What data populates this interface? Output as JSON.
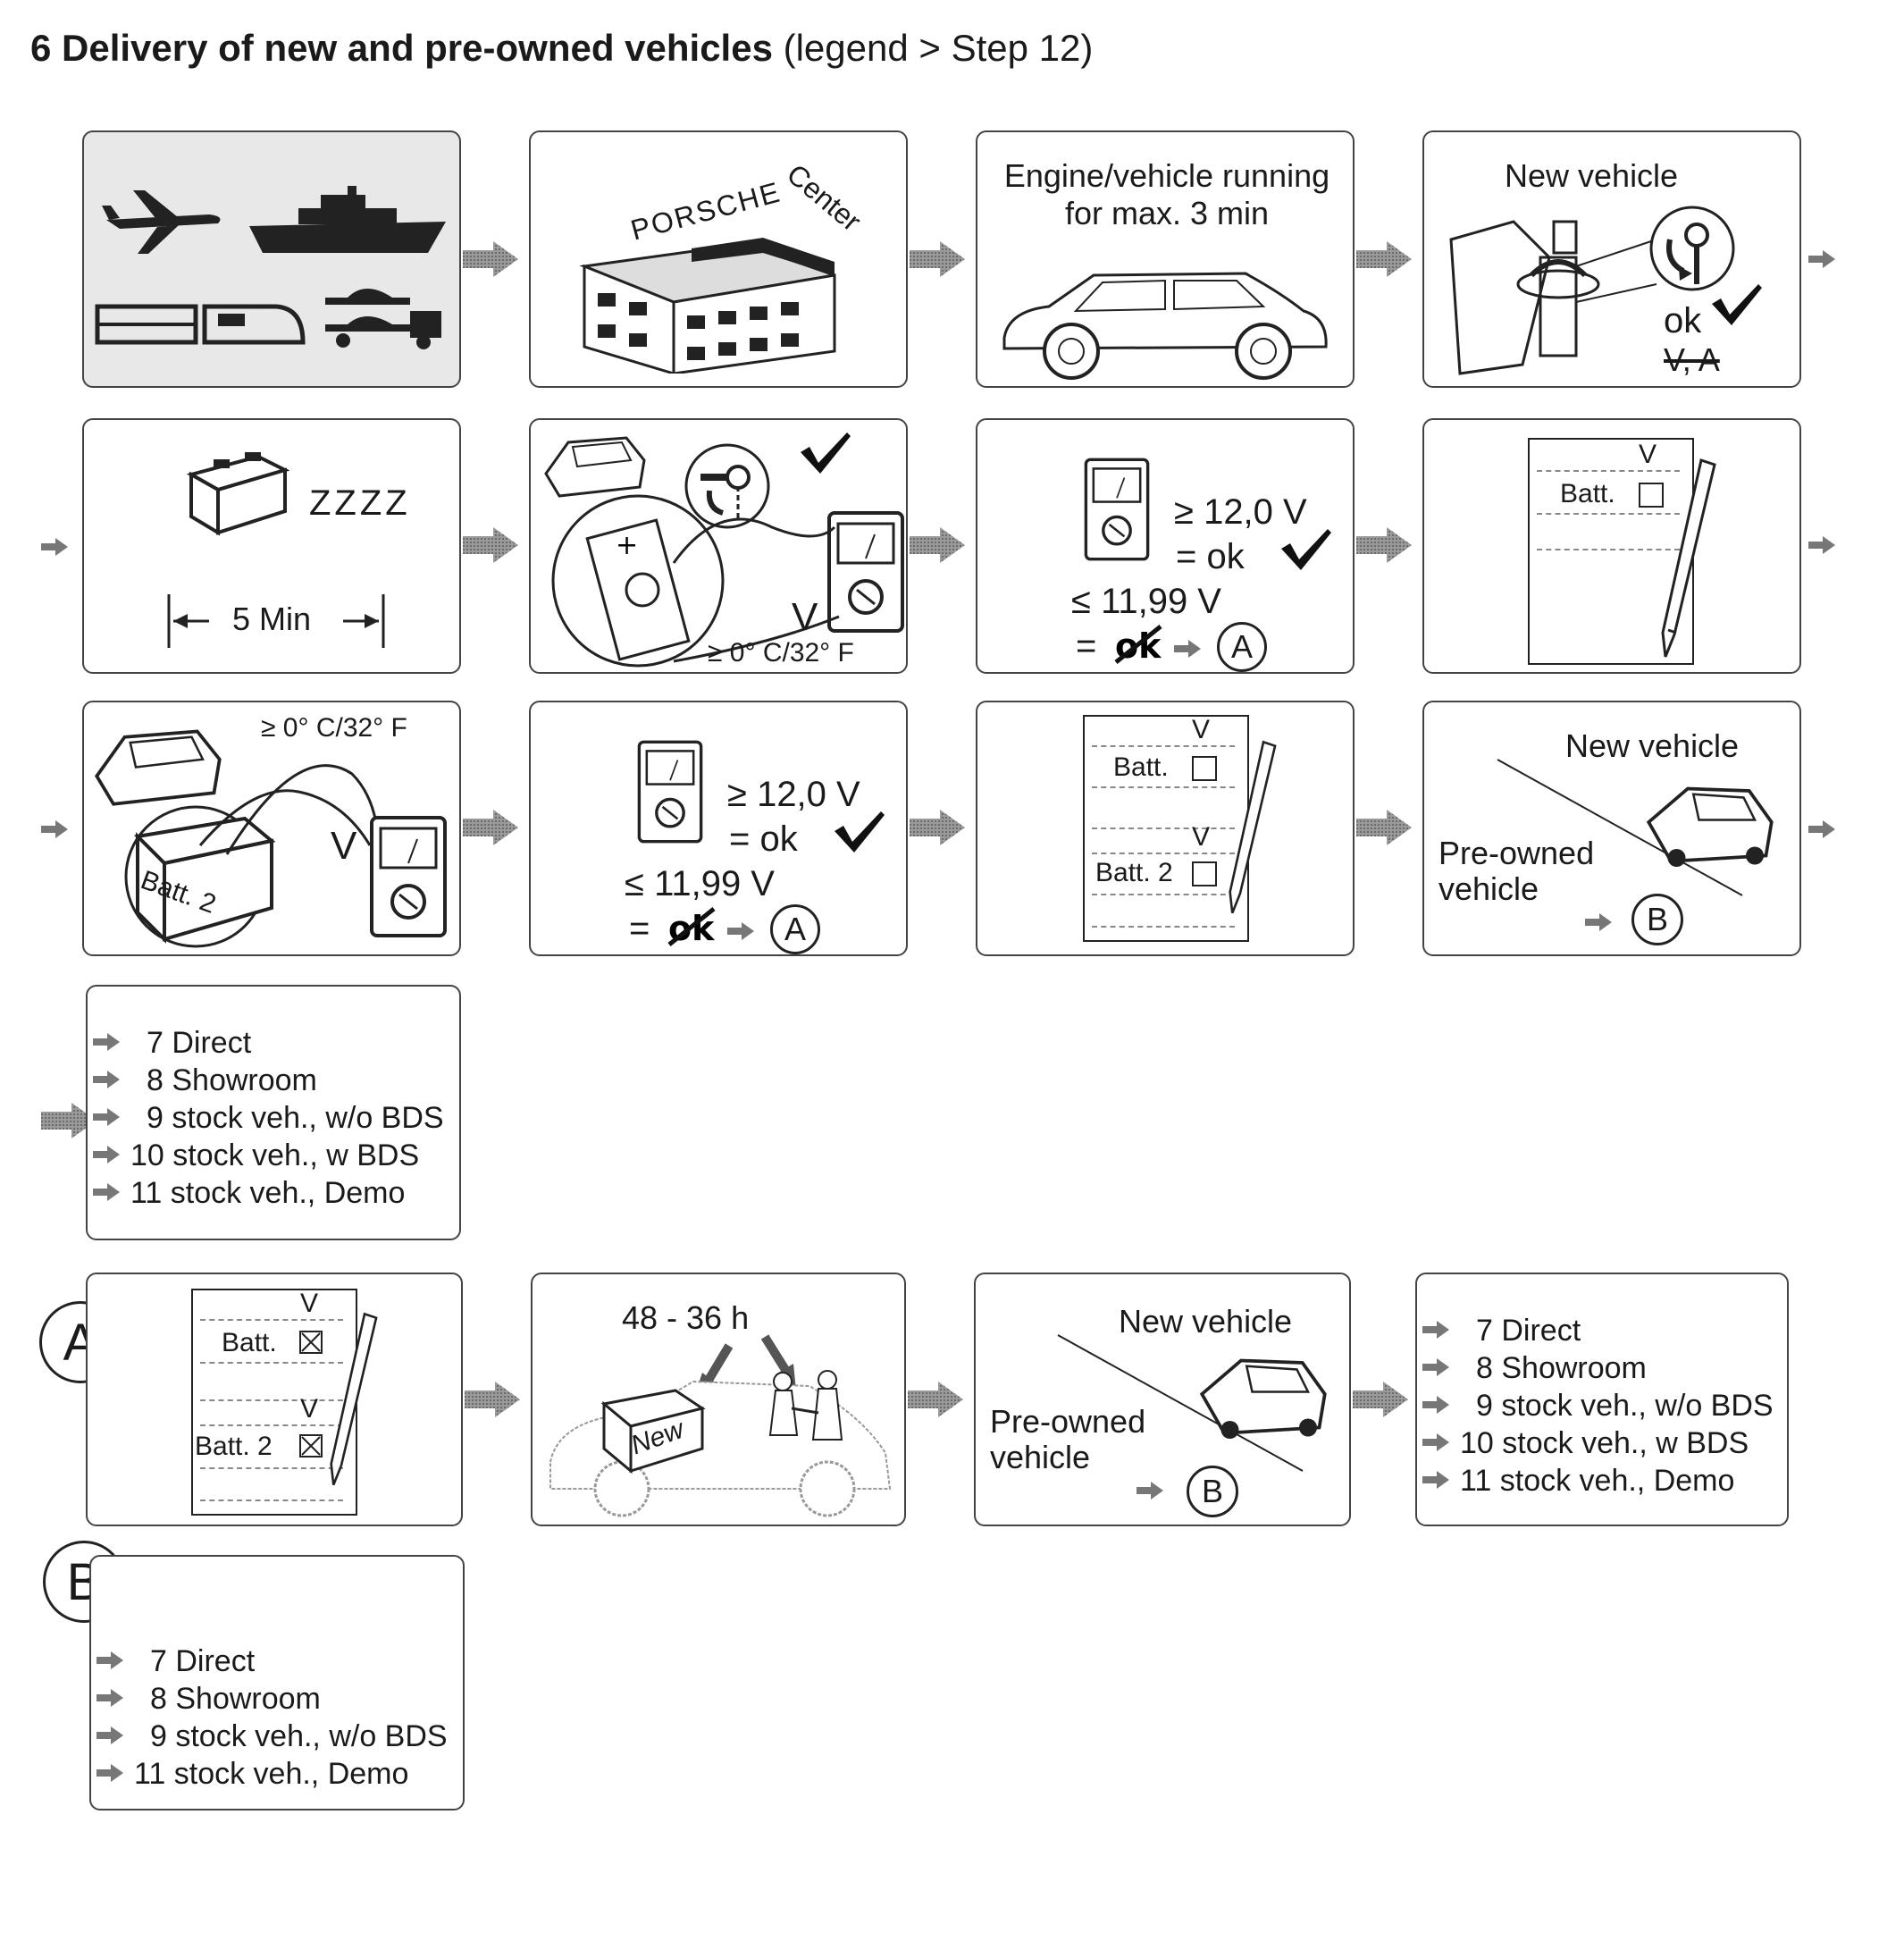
{
  "title": {
    "bold": "6 Delivery of new and pre-owned vehicles",
    "light": "(legend > Step 12)"
  },
  "p3": {
    "line1": "Engine/vehicle running",
    "line2": "for max. 3 min"
  },
  "p4": {
    "heading": "New vehicle",
    "ok": "ok",
    "struck": "V, A"
  },
  "p5": {
    "zzz": "ZZZZ",
    "duration": "5 Min"
  },
  "p6": {
    "volt": "V",
    "temp": "≥ 0° C/32° F"
  },
  "p7": {
    "ge": "≥ 12,0 V",
    "ok": "= ok",
    "le": "≤ 11,99 V",
    "eq": "=",
    "ref": "A"
  },
  "p8": {
    "v": "V",
    "batt": "Batt."
  },
  "p9": {
    "temp": "≥ 0° C/32° F",
    "volt": "V",
    "batt2": "Batt. 2"
  },
  "p10": {
    "ge": "≥ 12,0 V",
    "ok": "= ok",
    "le": "≤ 11,99 V",
    "eq": "=",
    "ref": "A"
  },
  "p11": {
    "v1": "V",
    "batt1": "Batt.",
    "v2": "V",
    "batt2": "Batt. 2"
  },
  "p12": {
    "newv": "New vehicle",
    "pre1": "Pre-owned",
    "pre2": "vehicle",
    "ref": "B"
  },
  "p13": {
    "items": [
      "7 Direct",
      "8 Showroom",
      "9 stock veh., w/o BDS",
      "10 stock veh., w BDS",
      "11 stock veh., Demo"
    ]
  },
  "sectionA": {
    "label": "A",
    "pA1": {
      "v1": "V",
      "batt1": "Batt.",
      "v2": "V",
      "batt2": "Batt. 2"
    },
    "pA2": {
      "hours": "48 - 36 h",
      "newtag": "New"
    },
    "pA3": {
      "newv": "New vehicle",
      "pre1": "Pre-owned",
      "pre2": "vehicle",
      "ref": "B"
    },
    "pA4": {
      "items": [
        "7 Direct",
        "8 Showroom",
        "9 stock veh., w/o BDS",
        "10 stock veh., w BDS",
        "11 stock veh., Demo"
      ]
    }
  },
  "sectionB": {
    "label": "B",
    "items": [
      "7 Direct",
      "8 Showroom",
      "9 stock veh., w/o BDS",
      "11 stock veh., Demo"
    ]
  },
  "brand": {
    "name": "PORSCHE",
    "suffix": "Center"
  }
}
